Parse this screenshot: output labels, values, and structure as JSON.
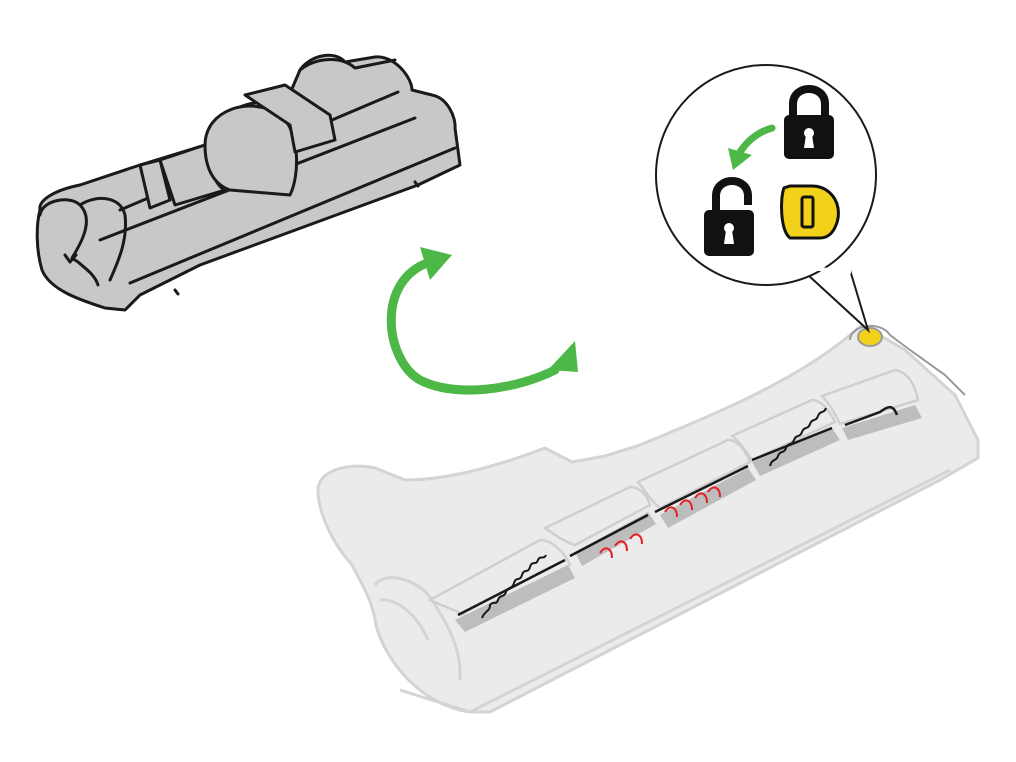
{
  "diagram": {
    "parts": [
      {
        "id": "brush-bar-closed",
        "icon": "brush-bar-top-view"
      },
      {
        "id": "brush-bar-open",
        "icon": "brush-bar-underside-view"
      }
    ],
    "rotate_arrow": {
      "icon": "rotate-arrow-icon",
      "color": "#4db848"
    },
    "callout": {
      "icons": [
        "padlock-locked-icon",
        "padlock-unlocked-icon",
        "coin-slot-icon",
        "curved-arrow-icon"
      ],
      "lock_end_cap_color": "#f2d11a"
    },
    "colors": {
      "outline": "#1a1a1a",
      "closed_fill": "#c8c8c8",
      "open_fill": "#ebebeb",
      "open_outline": "#d4d4d4",
      "slot_fill": "#bdbdbd",
      "bristle_red": "#e31e24",
      "arrow_green": "#4db848",
      "lock_black": "#111111",
      "coin_yellow": "#f2d11a"
    }
  }
}
